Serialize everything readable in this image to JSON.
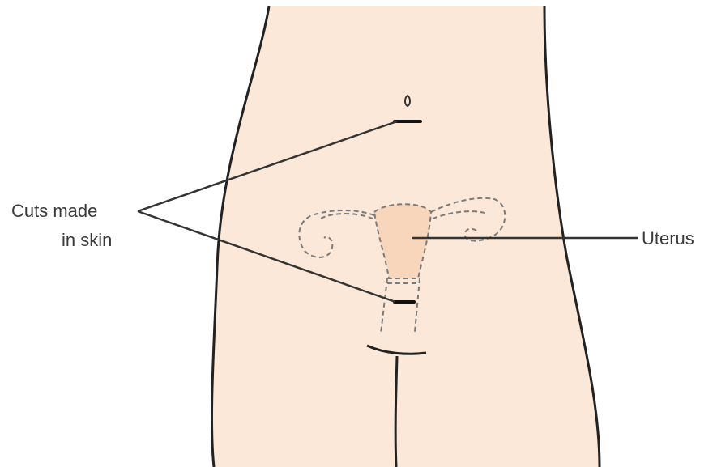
{
  "labels": {
    "cuts_line1": "Cuts made",
    "cuts_line2": "in skin",
    "uterus": "Uterus"
  },
  "colors": {
    "skin": "#fbe8d8",
    "uterus_fill": "#f8d6bc",
    "outline": "#222222",
    "dashed": "#7a7a7a",
    "leader": "#333333"
  }
}
